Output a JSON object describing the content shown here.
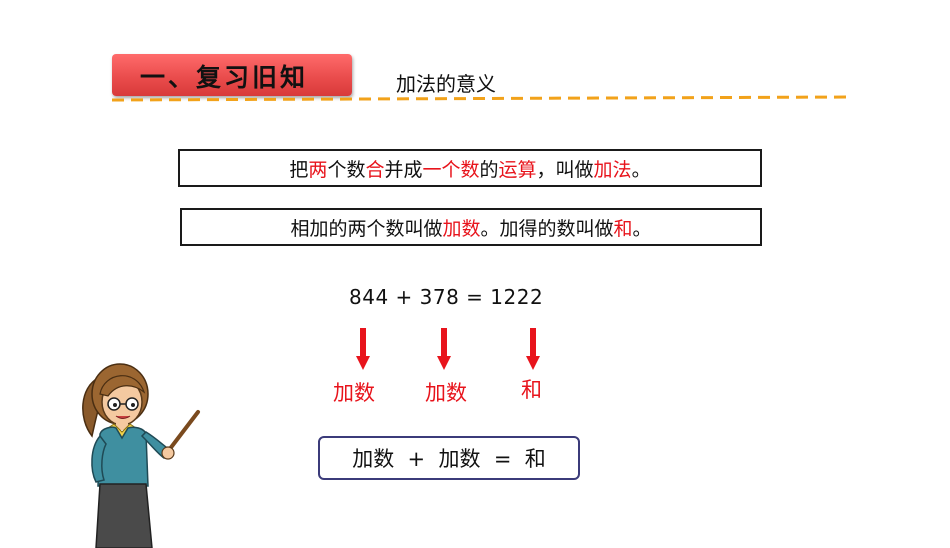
{
  "header": {
    "section_label": "一、复习旧知",
    "topic": "加法的意义"
  },
  "definitions": [
    {
      "segments": [
        {
          "text": "把",
          "red": false
        },
        {
          "text": "两",
          "red": true
        },
        {
          "text": "个数",
          "red": false
        },
        {
          "text": "合",
          "red": true
        },
        {
          "text": "并成",
          "red": false
        },
        {
          "text": "一个数",
          "red": true
        },
        {
          "text": "的",
          "red": false
        },
        {
          "text": "运算",
          "red": true
        },
        {
          "text": "，叫做",
          "red": false
        },
        {
          "text": "加法",
          "red": true
        },
        {
          "text": "。",
          "red": false
        }
      ]
    },
    {
      "segments": [
        {
          "text": "相加的两个数叫做",
          "red": false
        },
        {
          "text": "加数",
          "red": true
        },
        {
          "text": "。加得的数叫做",
          "red": false
        },
        {
          "text": "和",
          "red": true
        },
        {
          "text": "。",
          "red": false
        }
      ]
    }
  ],
  "example": {
    "equation": "844 + 378 = 1222",
    "labels": [
      "加数",
      "加数",
      "和"
    ]
  },
  "formula": "加数  +  加数  =  和",
  "colors": {
    "accent_red": "#e8141c",
    "badge_red": "#e84a4a",
    "dash_orange": "#f2a21a",
    "formula_border": "#3b3b7a"
  },
  "illustration": "teacher-with-pointer"
}
